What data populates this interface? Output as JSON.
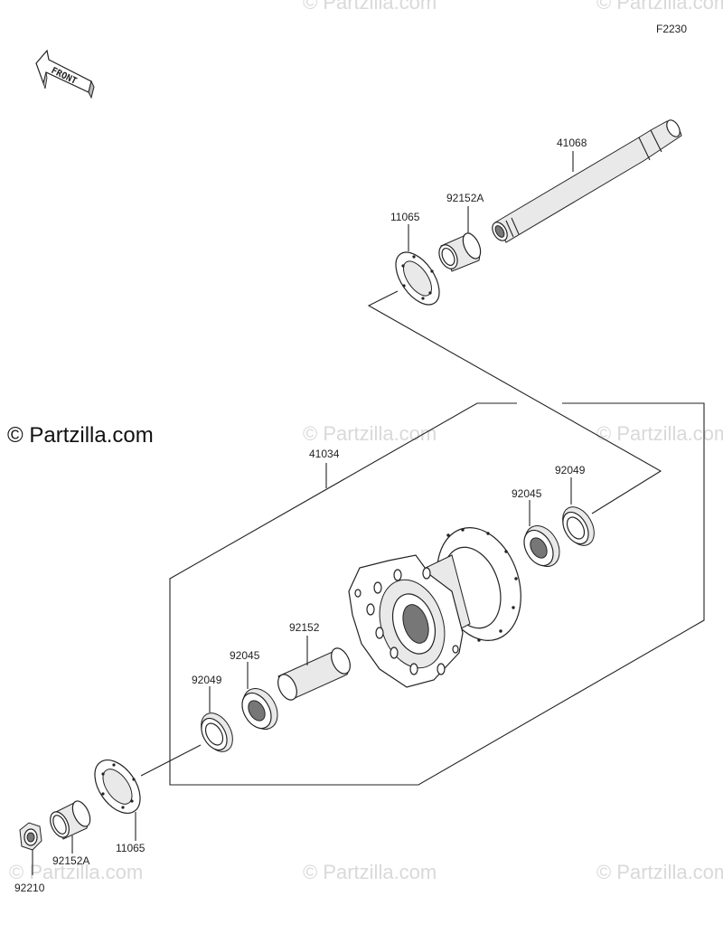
{
  "diagram": {
    "figure_code": "F2230",
    "front_label": "FRONT",
    "watermark_text": "© Partzilla.com",
    "callouts": [
      {
        "id": "axle",
        "label": "41068"
      },
      {
        "id": "collar-top",
        "label": "92152A"
      },
      {
        "id": "cover-top",
        "label": "11065"
      },
      {
        "id": "hub",
        "label": "41034"
      },
      {
        "id": "bearing-right",
        "label": "92045"
      },
      {
        "id": "seal-right",
        "label": "92049"
      },
      {
        "id": "spacer",
        "label": "92152"
      },
      {
        "id": "bearing-left",
        "label": "92045"
      },
      {
        "id": "seal-left",
        "label": "92049"
      },
      {
        "id": "cover-bottom",
        "label": "11065"
      },
      {
        "id": "collar-bottom",
        "label": "92152A"
      },
      {
        "id": "nut",
        "label": "92210"
      }
    ]
  }
}
